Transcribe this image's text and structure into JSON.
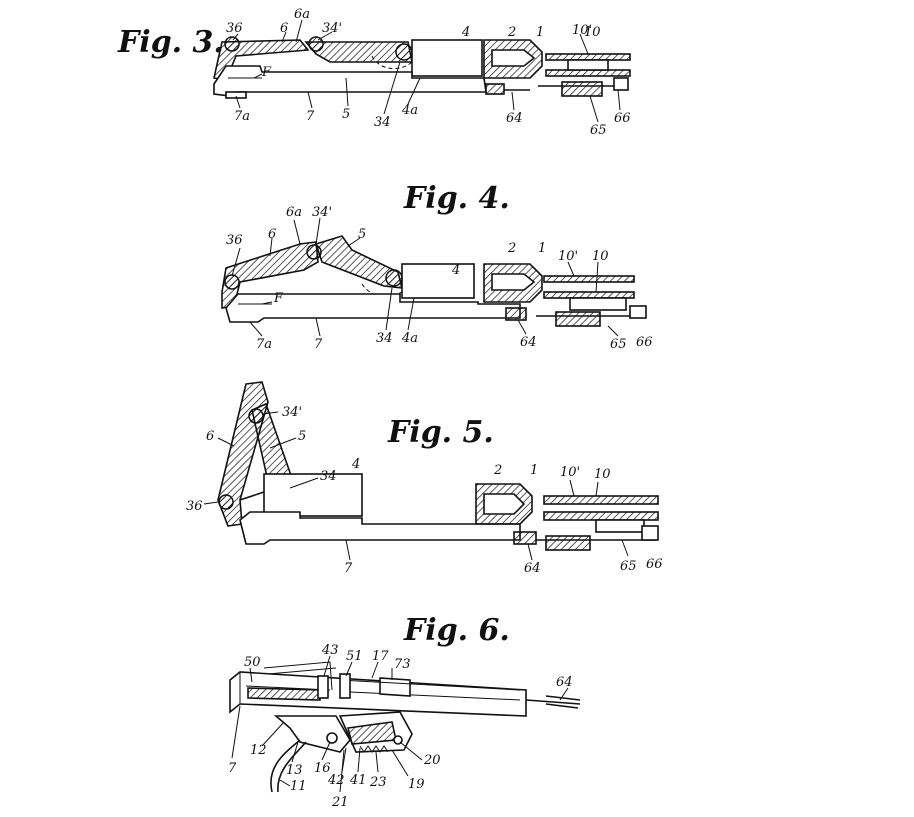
{
  "figures": [
    {
      "title": "Fig. 3.",
      "labels": {
        "p36": "36",
        "p6": "6",
        "p6a": "6a",
        "p34p": "34'",
        "p4": "4",
        "p2": "2",
        "p1": "1",
        "p10p": "10'",
        "p10": "10",
        "pF": "F",
        "p7a": "7a",
        "p7": "7",
        "p5": "5",
        "p34": "34",
        "p4a": "4a",
        "p64": "64",
        "p65": "65",
        "p66": "66"
      }
    },
    {
      "title": "Fig. 4.",
      "labels": {
        "p6a": "6a",
        "p34p": "34'",
        "p5": "5",
        "p36": "36",
        "p6": "6",
        "p4": "4",
        "p2": "2",
        "p1": "1",
        "p10p": "10'",
        "p10": "10",
        "pF": "F",
        "p7a": "7a",
        "p7": "7",
        "p34": "34",
        "p4a": "4a",
        "p64": "64",
        "p65": "65",
        "p66": "66"
      }
    },
    {
      "title": "Fig. 5.",
      "labels": {
        "p34p": "34'",
        "p6": "6",
        "p5": "5",
        "p34": "34",
        "p4": "4",
        "p36": "36",
        "p2": "2",
        "p1": "1",
        "p10p": "10'",
        "p10": "10",
        "p7": "7",
        "p64": "64",
        "p65": "65",
        "p66": "66"
      }
    },
    {
      "title": "Fig. 6.",
      "labels": {
        "p50": "50",
        "p43": "43",
        "p51": "51",
        "p17": "17",
        "p73": "73",
        "p64": "64",
        "p7": "7",
        "p12": "12",
        "p13": "13",
        "p16": "16",
        "p11": "11",
        "p42": "42",
        "p41": "41",
        "p23": "23",
        "p19": "19",
        "p20": "20",
        "p21": "21"
      }
    }
  ]
}
